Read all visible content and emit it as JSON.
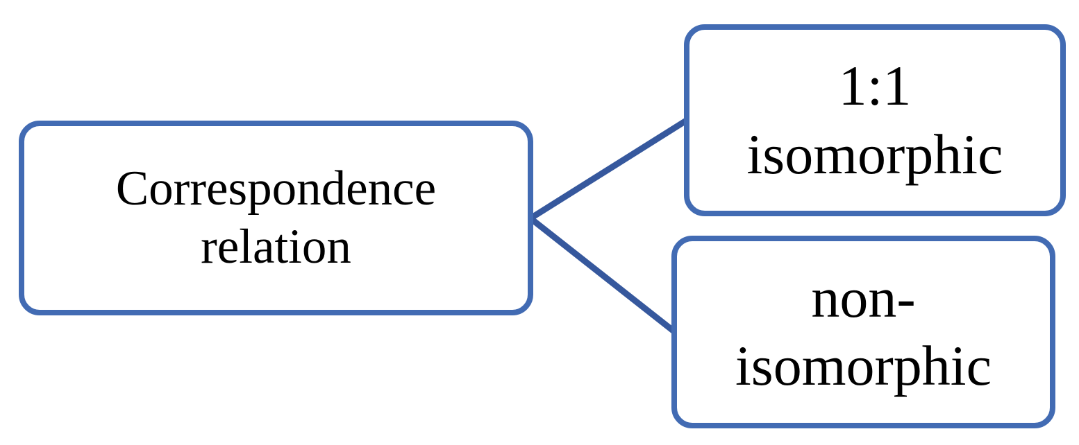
{
  "diagram": {
    "type": "hierarchy-left-to-right",
    "colors": {
      "box_border": "#426BB3",
      "connector": "#36589D",
      "box_fill": "#FFFFFF",
      "text": "#000000",
      "background": "#FFFFFF"
    },
    "root": {
      "text": "Correspondence relation",
      "lines": [
        "Correspondence",
        "relation"
      ]
    },
    "children": [
      {
        "text": "1:1 isomorphic",
        "lines": [
          "1:1",
          "isomorphic"
        ]
      },
      {
        "text": "non- isomorphic",
        "lines": [
          "non-",
          "isomorphic"
        ]
      }
    ]
  }
}
